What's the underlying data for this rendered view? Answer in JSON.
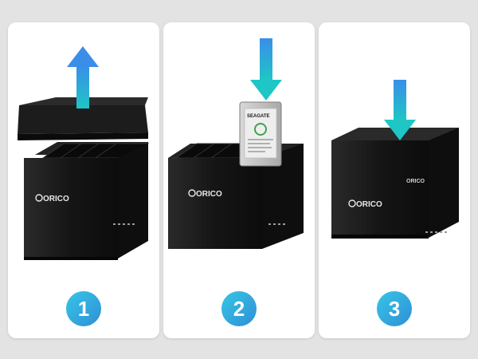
{
  "brand": {
    "logo_text": "ORICO",
    "colors": {
      "enclosure": "#141414",
      "arrow_top": "#3a8ee8",
      "arrow_bottom": "#1ec6c6",
      "badge": "#2f9fd9"
    }
  },
  "drive_label": {
    "brand": "SEAGATE"
  },
  "steps": [
    {
      "number": "1",
      "action": "remove-lid",
      "arrow_icon": "arrow-up-icon"
    },
    {
      "number": "2",
      "action": "insert-drive",
      "arrow_icon": "arrow-down-icon"
    },
    {
      "number": "3",
      "action": "close-lid",
      "arrow_icon": "arrow-down-icon"
    }
  ]
}
